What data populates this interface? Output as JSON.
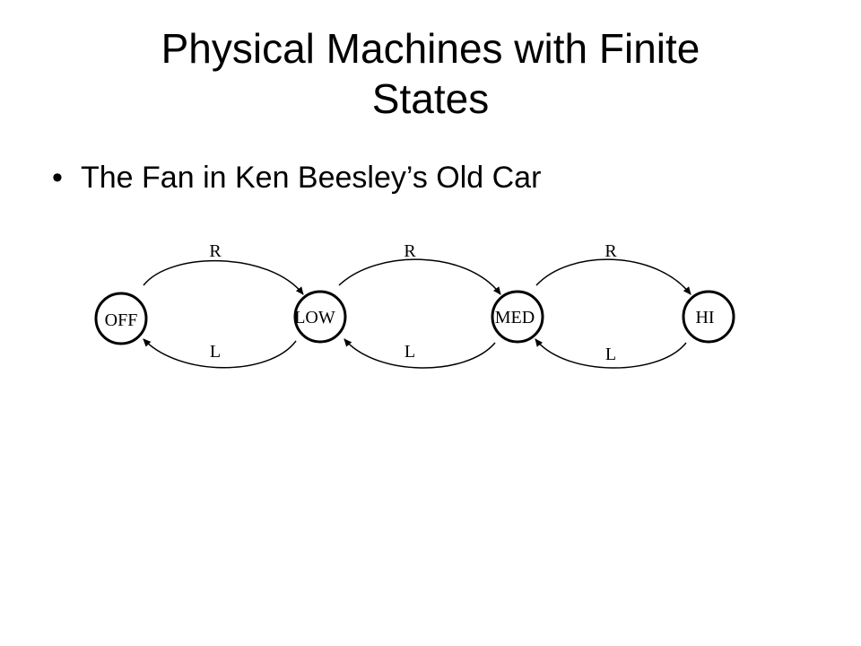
{
  "slide": {
    "title_line1": "Physical Machines with Finite",
    "title_line2": "States",
    "bullet_marker": "•",
    "bullet_text": "The Fan in Ken Beesley’s Old Car"
  },
  "diagram": {
    "states": [
      {
        "id": "off",
        "label": "OFF"
      },
      {
        "id": "low",
        "label": "LOW"
      },
      {
        "id": "med",
        "label": "MED"
      },
      {
        "id": "hi",
        "label": "HI"
      }
    ],
    "transitions": [
      {
        "from": "off",
        "to": "low",
        "label": "R"
      },
      {
        "from": "low",
        "to": "med",
        "label": "R"
      },
      {
        "from": "med",
        "to": "hi",
        "label": "R"
      },
      {
        "from": "low",
        "to": "off",
        "label": "L"
      },
      {
        "from": "med",
        "to": "low",
        "label": "L"
      },
      {
        "from": "hi",
        "to": "med",
        "label": "L"
      }
    ]
  }
}
